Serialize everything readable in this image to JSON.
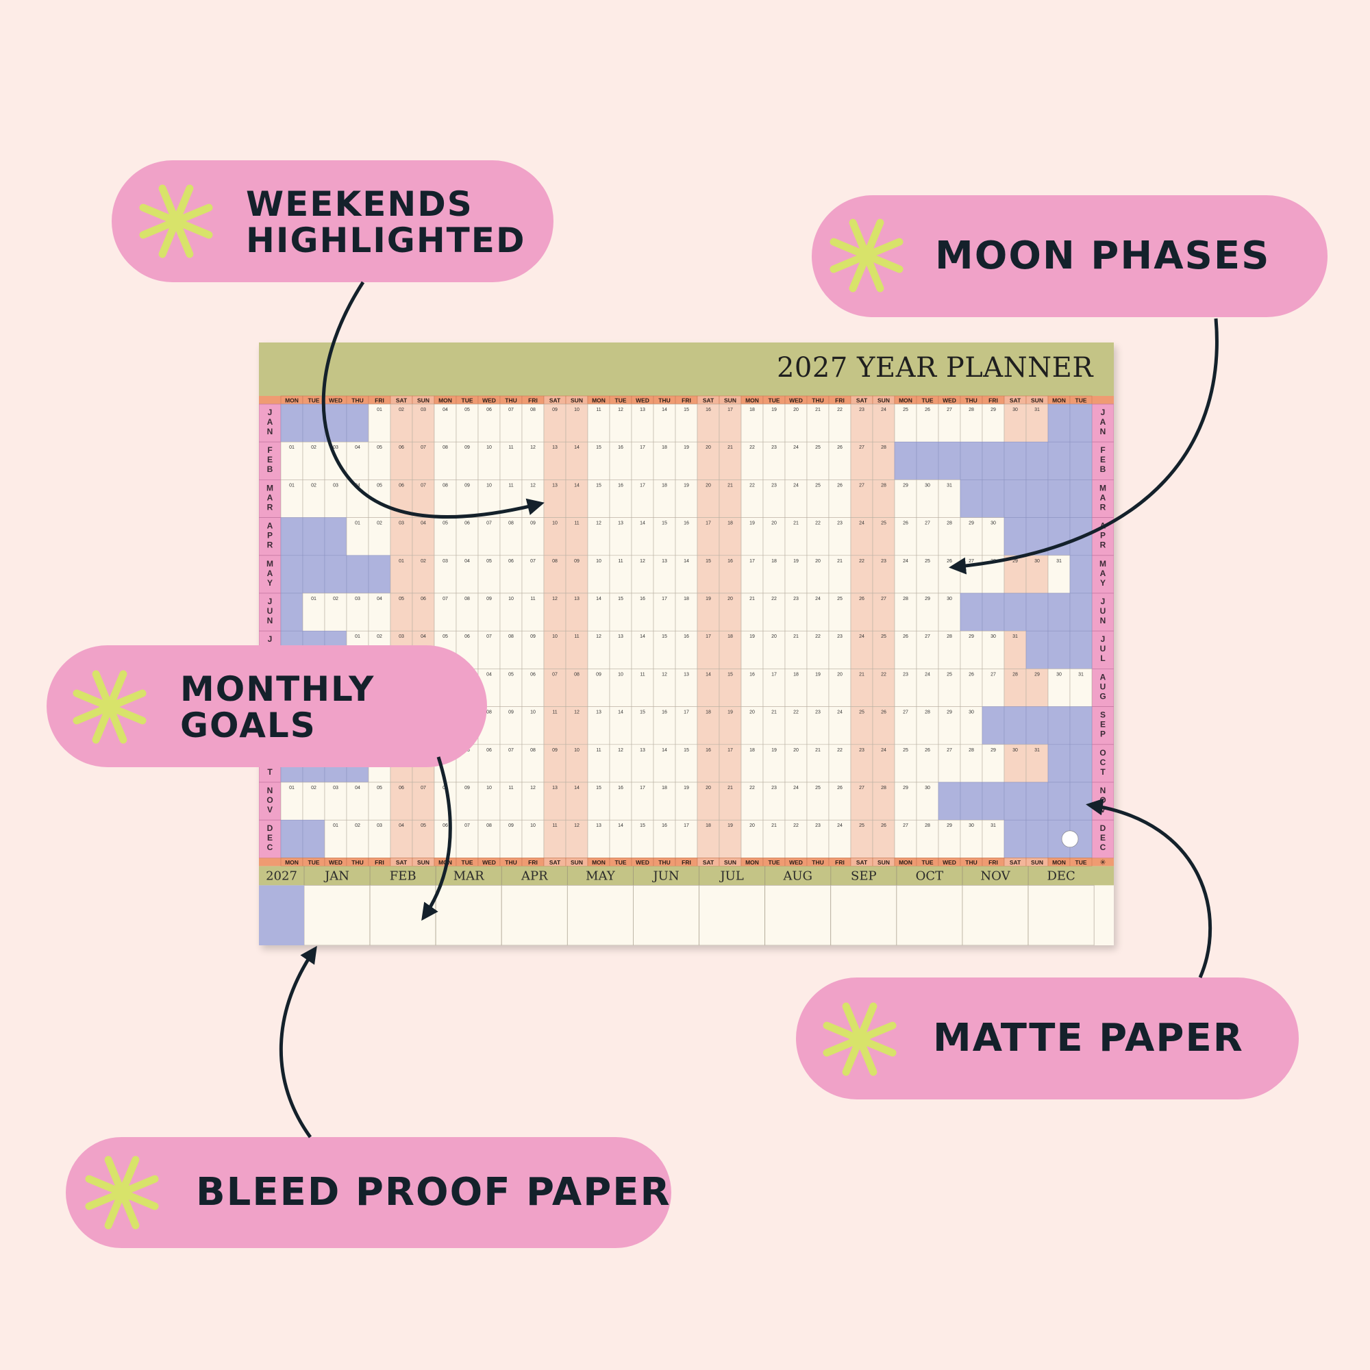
{
  "features": [
    {
      "id": "weekends",
      "lines": [
        "WEEKENDS",
        "HIGHLIGHTED"
      ]
    },
    {
      "id": "moon",
      "lines": [
        "MOON PHASES"
      ]
    },
    {
      "id": "goals",
      "lines": [
        "MONTHLY",
        "GOALS"
      ]
    },
    {
      "id": "matte",
      "lines": [
        "MATTE PAPER"
      ]
    },
    {
      "id": "bleed",
      "lines": [
        "BLEED PROOF PAPER"
      ]
    }
  ],
  "planner": {
    "title": "2027 YEAR PLANNER",
    "weekday_headers": [
      "MON",
      "TUE",
      "WED",
      "THU",
      "FRI",
      "SAT",
      "SUN",
      "MON",
      "TUE",
      "WED",
      "THU",
      "FRI",
      "SAT",
      "SUN",
      "MON",
      "TUE",
      "WED",
      "THU",
      "FRI",
      "SAT",
      "SUN",
      "MON",
      "TUE",
      "WED",
      "THU",
      "FRI",
      "SAT",
      "SUN",
      "MON",
      "TUE",
      "WED",
      "THU",
      "FRI",
      "SAT",
      "SUN",
      "MON",
      "TUE"
    ],
    "months": [
      "JAN",
      "FEB",
      "MAR",
      "APR",
      "MAY",
      "JUN",
      "JUL",
      "AUG",
      "SEP",
      "OCT",
      "NOV",
      "DEC"
    ],
    "month_start_col": [
      4,
      0,
      0,
      3,
      5,
      1,
      3,
      6,
      2,
      4,
      0,
      2
    ],
    "month_days": [
      31,
      28,
      31,
      30,
      31,
      30,
      31,
      31,
      30,
      31,
      30,
      31
    ],
    "goals_year": "2027",
    "goals_months": [
      "JAN",
      "FEB",
      "MAR",
      "APR",
      "MAY",
      "JUN",
      "JUL",
      "AUG",
      "SEP",
      "OCT",
      "NOV",
      "DEC"
    ],
    "colors": {
      "header_green": "#c4c486",
      "weekday_orange": "#ef9b72",
      "month_pink": "#f0a2c8",
      "weekend_peach": "#f7d5c3",
      "empty_lavender": "#aeb3dd",
      "paper": "#fdf9ee"
    }
  },
  "icons": [
    "sparkle-icon",
    "arrow-icon",
    "moon-phase-icon",
    "brand-logo-icon"
  ]
}
